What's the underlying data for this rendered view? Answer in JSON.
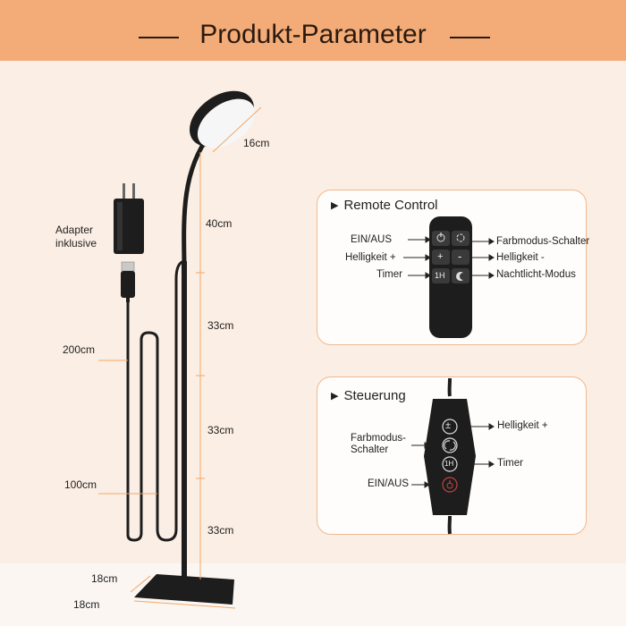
{
  "header": {
    "title": "Produkt-Parameter"
  },
  "dimensions": {
    "head_width": "16cm",
    "gooseneck": "40cm",
    "pole_top": "33cm",
    "pole_middle": "33cm",
    "pole_bottom": "33cm",
    "cable_total": "200cm",
    "cable_switch": "100cm",
    "base_depth": "18cm",
    "base_width": "18cm"
  },
  "adapter": {
    "label": "Adapter inklusive"
  },
  "remote_control": {
    "title": "Remote Control",
    "labels": {
      "on_off": "EIN/AUS",
      "brightness_up": "Helligkeit +",
      "timer": "Timer",
      "color_mode": "Farbmodus-Schalter",
      "brightness_down": "Helligkeit -",
      "night_mode": "Nachtlicht-Modus"
    },
    "keys": {
      "plus": "+",
      "minus": "-",
      "timer": "1H"
    }
  },
  "inline_switch": {
    "title": "Steuerung",
    "labels": {
      "brightness": "Helligkeit +",
      "color_mode": "Farbmodus-Schalter",
      "timer": "Timer",
      "on_off": "EIN/AUS"
    },
    "keys": {
      "brightness": "±",
      "timer": "1H"
    }
  },
  "colors": {
    "banner": "#f3ac77",
    "accent": "#f0b98e",
    "background": "#fbeee4",
    "lamp": "#1c1c1c"
  }
}
